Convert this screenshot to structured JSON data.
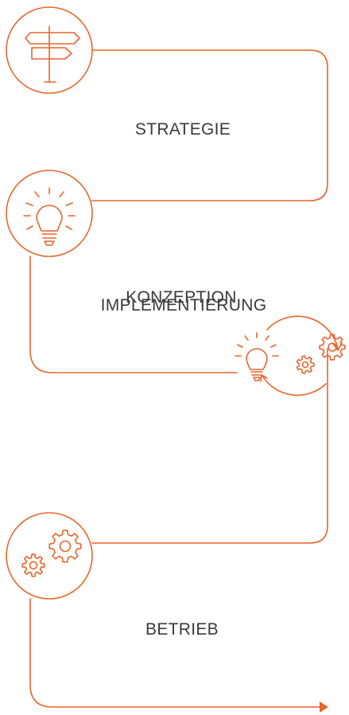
{
  "colors": {
    "accent": "#e8652b",
    "text": "#3a3a3a",
    "background": "#ffffff"
  },
  "stages": [
    {
      "label": "STRATEGIE",
      "icon": "signpost-icon"
    },
    {
      "label": "KONZEPTION",
      "icon": "lightbulb-icon"
    },
    {
      "label": "IMPLEMENTIERUNG",
      "icon": "lightbulb-gears-cycle-icon"
    },
    {
      "label": "BETRIEB",
      "icon": "gears-icon"
    }
  ],
  "end_marker": "arrow-right-icon"
}
